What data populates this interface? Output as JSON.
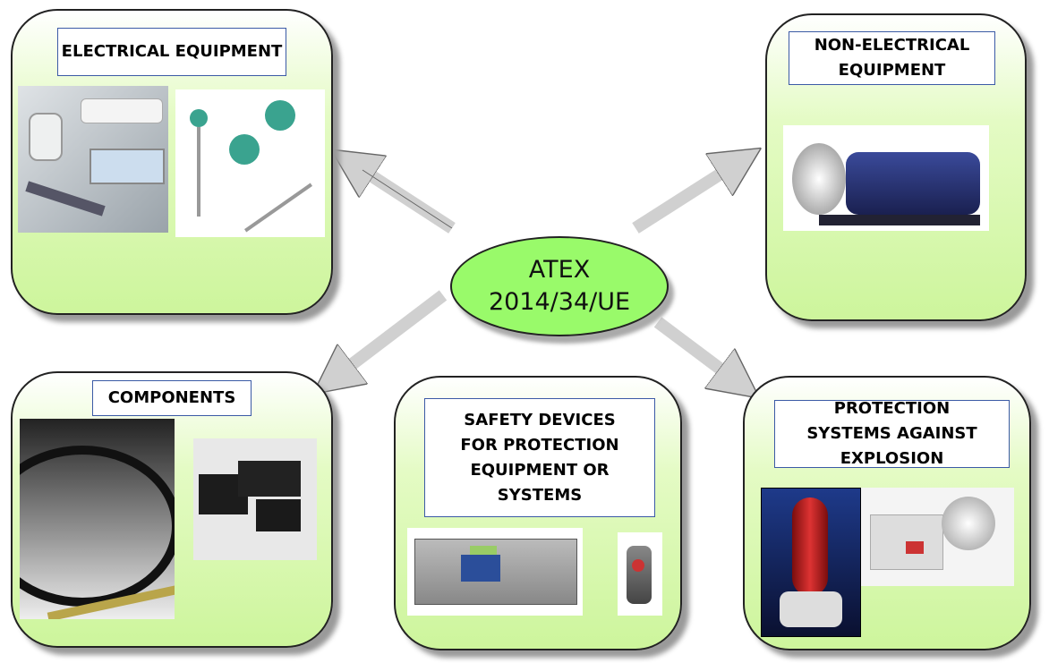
{
  "center": {
    "line1": "ATEX",
    "line2": "2014/34/UE"
  },
  "panels": {
    "electrical": {
      "label": "ELECTRICAL EQUIPMENT"
    },
    "non_electrical": {
      "label": "NON-ELECTRICAL EQUIPMENT"
    },
    "components": {
      "label": "COMPONENTS"
    },
    "safety": {
      "label": "SAFETY DEVICES FOR PROTECTION EQUIPMENT OR SYSTEMS"
    },
    "protection": {
      "label": "PROTECTION SYSTEMS AGAINST EXPLOSION"
    }
  },
  "colors": {
    "panel_green": "#cdf59c",
    "center_green": "#99fa6a",
    "arrow": "#cfcfcf"
  }
}
